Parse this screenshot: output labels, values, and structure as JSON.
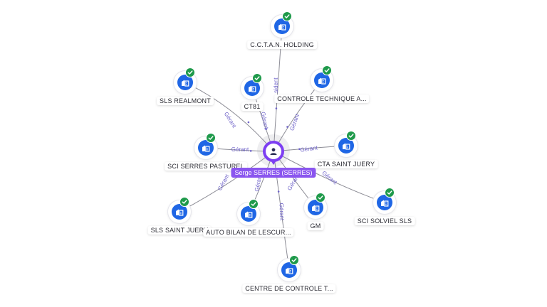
{
  "colors": {
    "company_node": "#1f66e5",
    "verified_badge": "#1f9a4b",
    "person_node": "#7d3ff2",
    "edge_label": "#6f63c9"
  },
  "center": {
    "name": "Serge SERRES (SERRES)",
    "icon": "person-icon"
  },
  "nodes": [
    {
      "id": "cctan",
      "name": "C.C.T.A.N. HOLDING",
      "icon": "company-icon",
      "verified": true,
      "relation": "sident"
    },
    {
      "id": "slsrealmont",
      "name": "SLS REALMONT",
      "icon": "company-icon",
      "verified": true,
      "relation": "Gérant"
    },
    {
      "id": "ct81",
      "name": "CT81",
      "icon": "company-icon",
      "verified": true,
      "relation": "Gérant"
    },
    {
      "id": "controle",
      "name": "CONTROLE TECHNIQUE A...",
      "icon": "company-icon",
      "verified": true,
      "relation": "Gérant"
    },
    {
      "id": "sciserres",
      "name": "SCI SERRES PASTUREL",
      "icon": "company-icon",
      "verified": true,
      "relation": "Gérant"
    },
    {
      "id": "cta",
      "name": "CTA SAINT JUERY",
      "icon": "company-icon",
      "verified": true,
      "relation": "Gérant"
    },
    {
      "id": "scisolviel",
      "name": "SCI SOLVIEL SLS",
      "icon": "company-icon",
      "verified": true,
      "relation": "Gérant"
    },
    {
      "id": "slssaintjuery",
      "name": "SLS SAINT JUERY",
      "icon": "company-icon",
      "verified": true,
      "relation": "Gérant"
    },
    {
      "id": "autobilan",
      "name": "AUTO BILAN DE LESCUR...",
      "icon": "company-icon",
      "verified": true,
      "relation": "Gérant"
    },
    {
      "id": "gm",
      "name": "GM",
      "icon": "company-icon",
      "verified": true,
      "relation": "Gérant"
    },
    {
      "id": "centre",
      "name": "CENTRE DE CONTROLE T...",
      "icon": "company-icon",
      "verified": true,
      "relation": "Gérant"
    }
  ]
}
